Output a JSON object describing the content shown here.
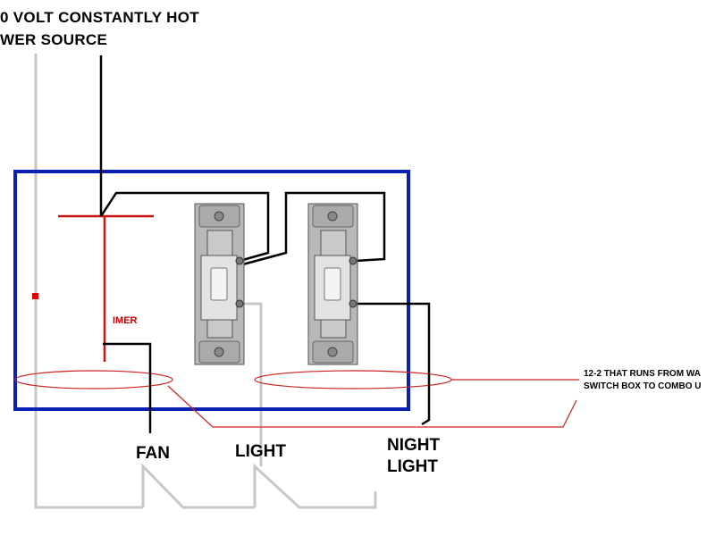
{
  "labels": {
    "source_line1": "0 VOLT CONSTANTLY HOT",
    "source_line2": "WER SOURCE",
    "timer": "IMER",
    "fan": "FAN",
    "light": "LIGHT",
    "night_line1": "NIGHT",
    "night_line2": "LIGHT",
    "note_line1": "12-2 THAT RUNS FROM WA",
    "note_line2": "SWITCH BOX TO COMBO U"
  },
  "colors": {
    "box": "#0a1fb3",
    "hot_wire": "#000000",
    "timer_wire": "#cc1111",
    "neutral": "#c8c8c8",
    "cable_outline": "#cc2222",
    "switch_metal": "#b8b8b8",
    "switch_body": "#d9d9d9"
  },
  "components": {
    "switches": [
      "left-switch",
      "right-switch"
    ],
    "timer_icon": "timer-icon",
    "box_icon": "switch-box-icon"
  }
}
